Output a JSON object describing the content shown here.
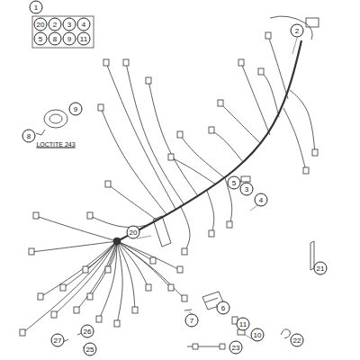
{
  "diagram": {
    "labels": [
      "1",
      "20",
      "2",
      "3",
      "4",
      "5",
      "8",
      "9",
      "11",
      "2",
      "9",
      "8",
      "LOCTITE 243",
      "5",
      "3",
      "4",
      "20",
      "21",
      "6",
      "7",
      "11",
      "10",
      "22",
      "27",
      "26",
      "25",
      "23"
    ]
  }
}
